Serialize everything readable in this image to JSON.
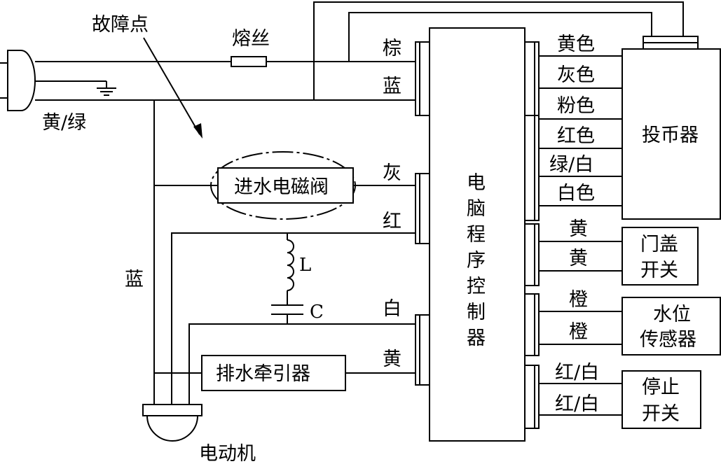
{
  "labels": {
    "fault_point": "故障点",
    "fuse": "熔丝",
    "yellow_green": "黄/绿",
    "blue_left": "蓝",
    "inlet_valve": "进水电磁阀",
    "drain_tractor": "排水牵引器",
    "motor": "电动机",
    "inductor": "L",
    "capacitor": "C",
    "controller_chars": [
      "电",
      "脑",
      "程",
      "序",
      "控",
      "制",
      "器"
    ],
    "coin_box": "投币器",
    "door_switch_line1": "门盖",
    "door_switch_line2": "开关",
    "water_sensor_line1": "水位",
    "water_sensor_line2": "传感器",
    "stop_switch_line1": "停止",
    "stop_switch_line2": "开关"
  },
  "wires_left": {
    "brown": "棕",
    "blue": "蓝",
    "grey": "灰",
    "red": "红",
    "white": "白",
    "yellow": "黄"
  },
  "wires_right": {
    "coin": [
      "黄色",
      "灰色",
      "粉色",
      "红色",
      "绿/白",
      "白色"
    ],
    "door": [
      "黄",
      "黄"
    ],
    "level": [
      "橙",
      "橙"
    ],
    "stop": [
      "红/白",
      "红/白"
    ]
  }
}
